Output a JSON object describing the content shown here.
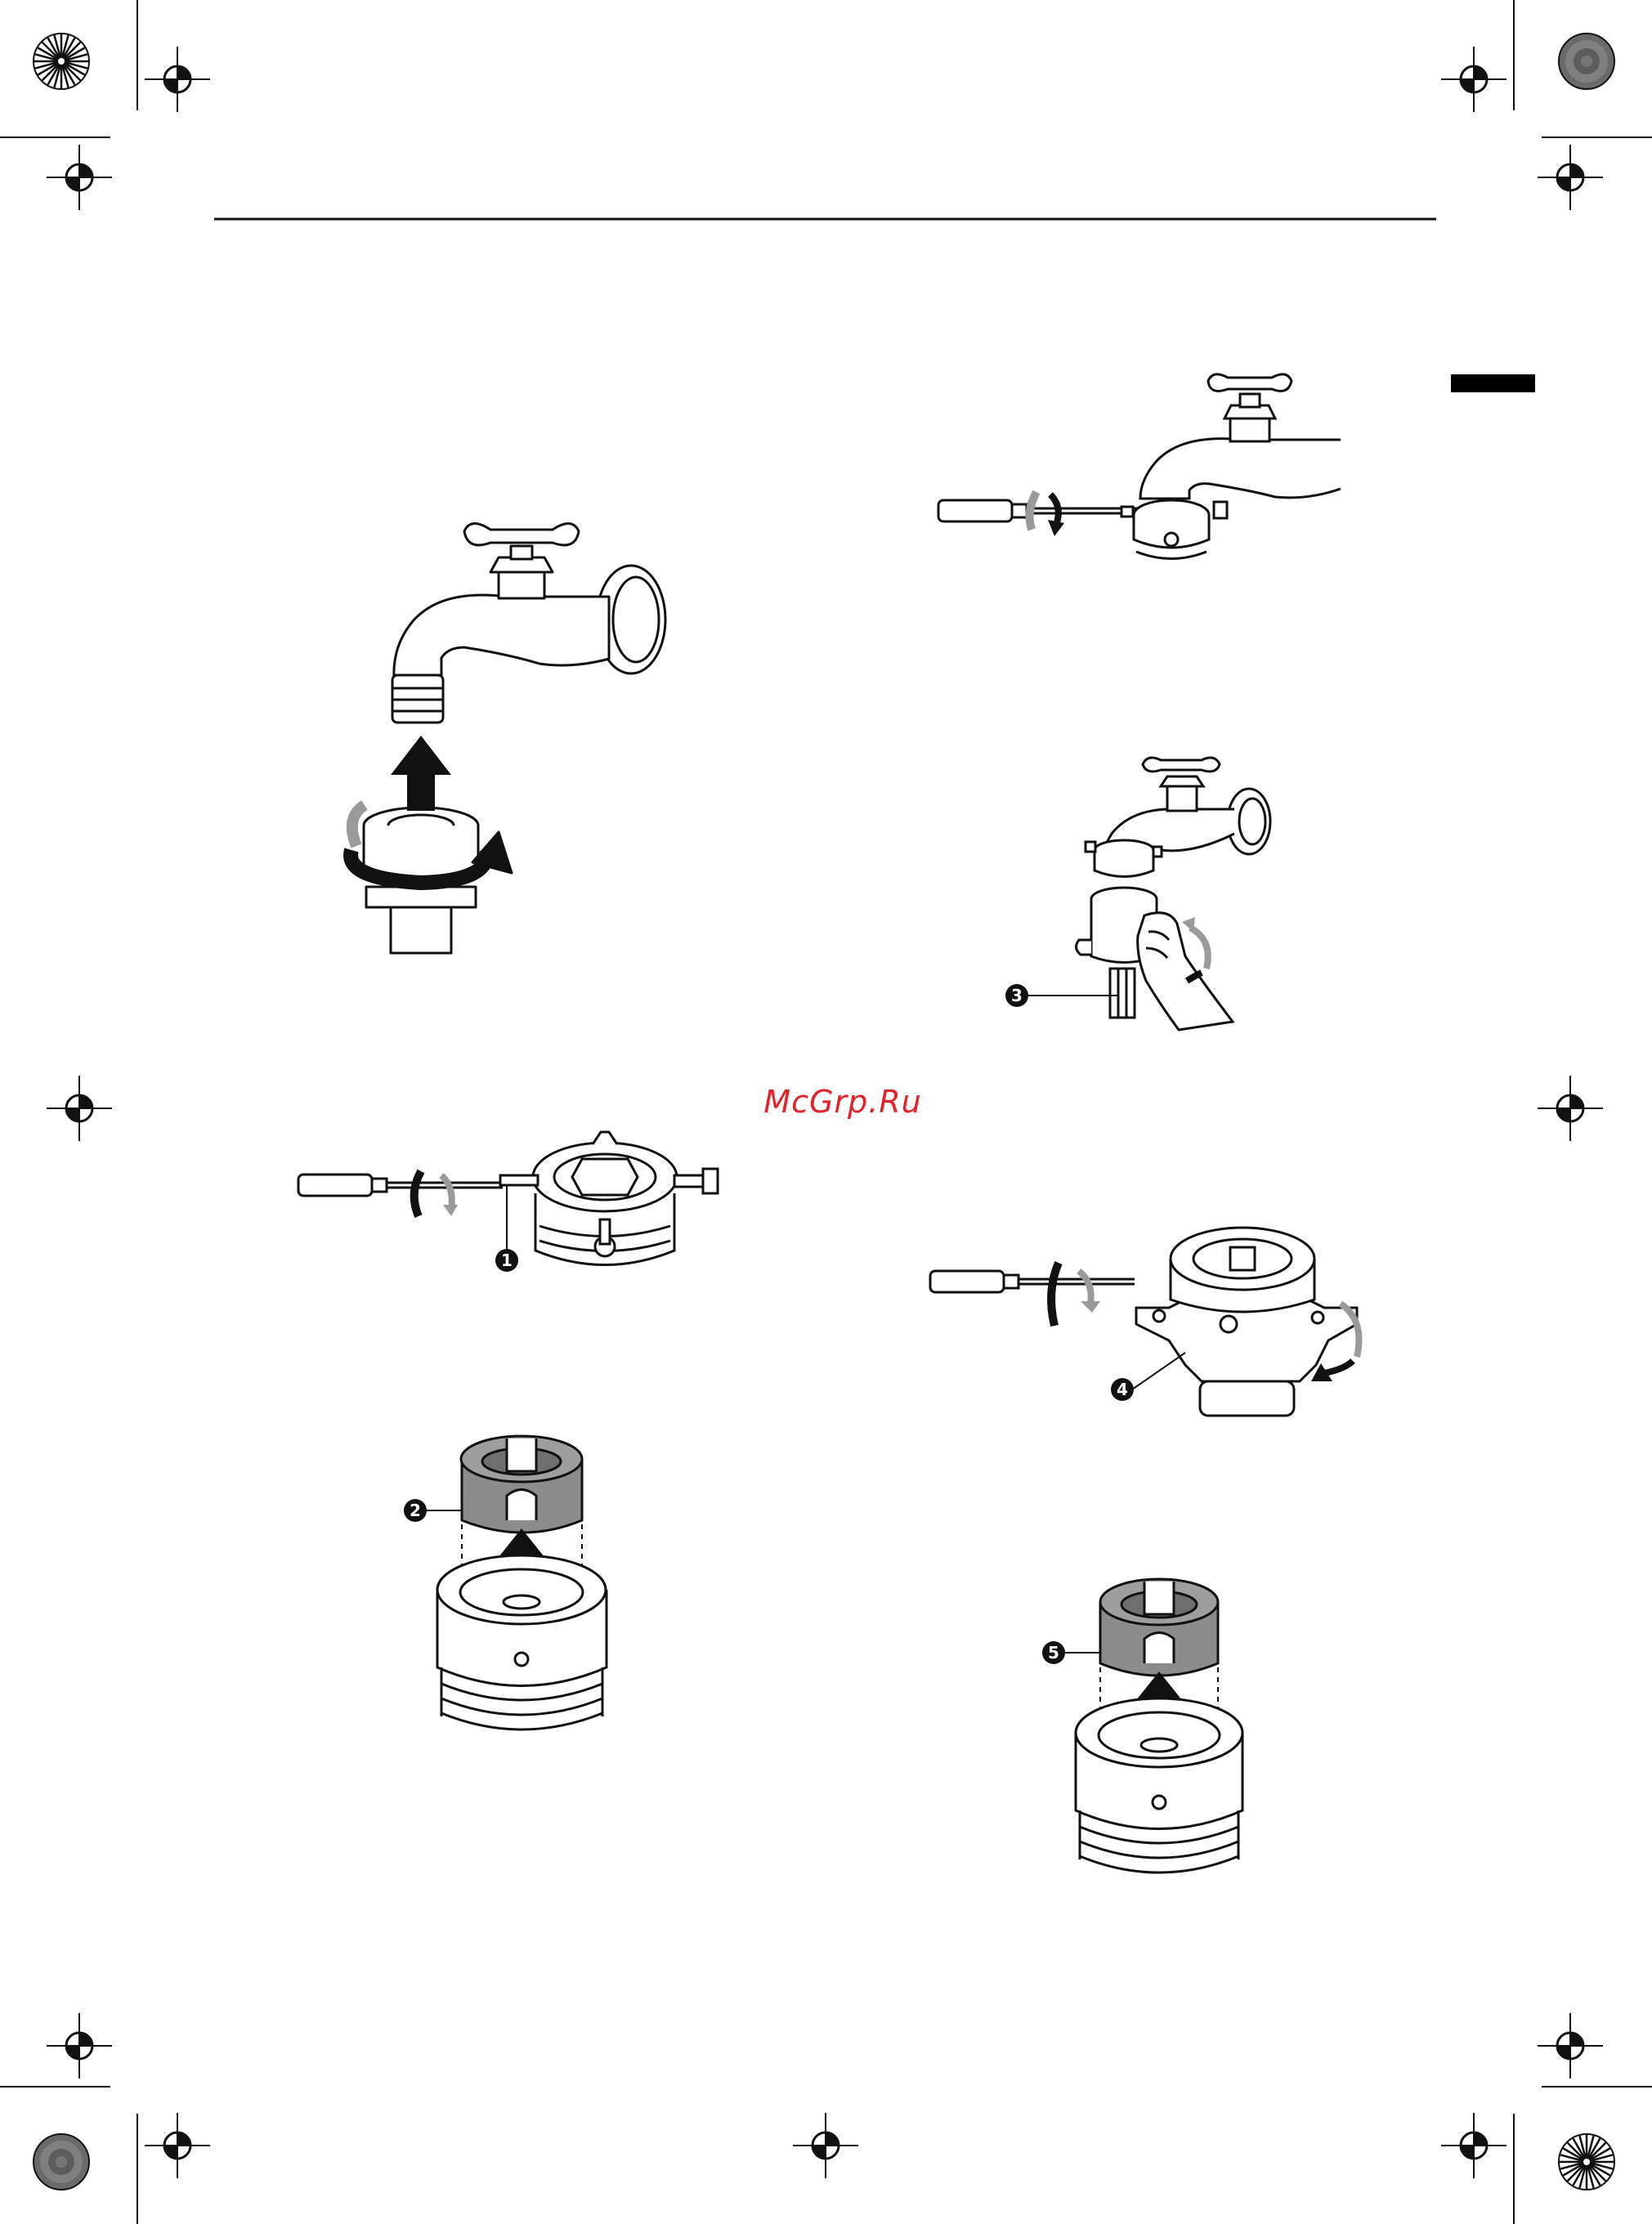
{
  "watermark": {
    "text": "McGrp.Ru"
  },
  "callouts": [
    {
      "id": "1",
      "label": "1"
    },
    {
      "id": "2",
      "label": "2"
    },
    {
      "id": "3",
      "label": "3"
    },
    {
      "id": "4",
      "label": "4"
    },
    {
      "id": "5",
      "label": "5"
    }
  ],
  "illustrations": [
    "faucet-with-hose-connector-illustration",
    "connector-screw-loosening-illustration",
    "rubber-packing-removal-illustration",
    "connector-screws-on-faucet-illustration",
    "hose-attach-by-hand-illustration",
    "connector-plate-turn-illustration",
    "rubber-packing-removal-illustration-2"
  ],
  "colors": {
    "ink": "#111111",
    "packing_gray": "#8c8c8c",
    "arrow_gray": "#9a9a9a",
    "thumb_tab": "#000000",
    "watermark": "#e0242a"
  }
}
